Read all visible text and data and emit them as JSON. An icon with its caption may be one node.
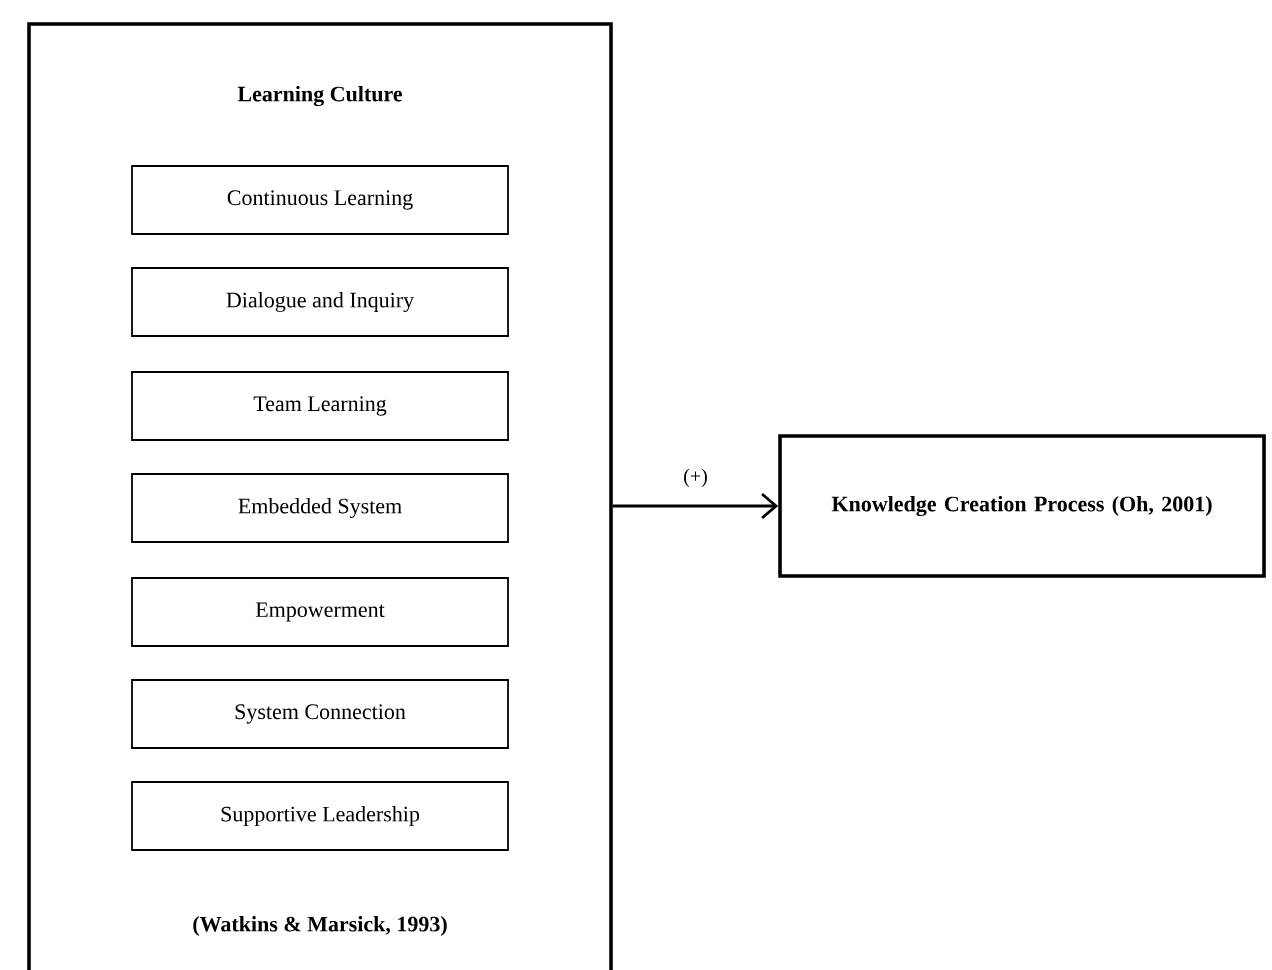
{
  "diagram": {
    "nodes": [
      {
        "text": [
          "Learning Culture",
          "(Watkins & Marsick, 1993)"
        ]
      },
      {
        "text": [
          "Continuous Learning"
        ],
        "in": 0
      },
      {
        "text": [
          "Dialogue and Inquiry"
        ],
        "in": 0
      },
      {
        "text": [
          "Team Learning"
        ],
        "in": 0
      },
      {
        "text": [
          "Embedded System"
        ],
        "in": 0
      },
      {
        "text": [
          "Empowerment"
        ],
        "in": 0
      },
      {
        "text": [
          "System Connection"
        ],
        "in": 0
      },
      {
        "text": [
          "Supportive Leadership"
        ],
        "in": 0
      },
      {
        "text": [
          "Knowledge Creation Process (Oh, 2001)"
        ]
      }
    ],
    "edges": [
      {
        "from": 0,
        "to": 8,
        "arrow": "to",
        "label": "(+)"
      }
    ]
  }
}
